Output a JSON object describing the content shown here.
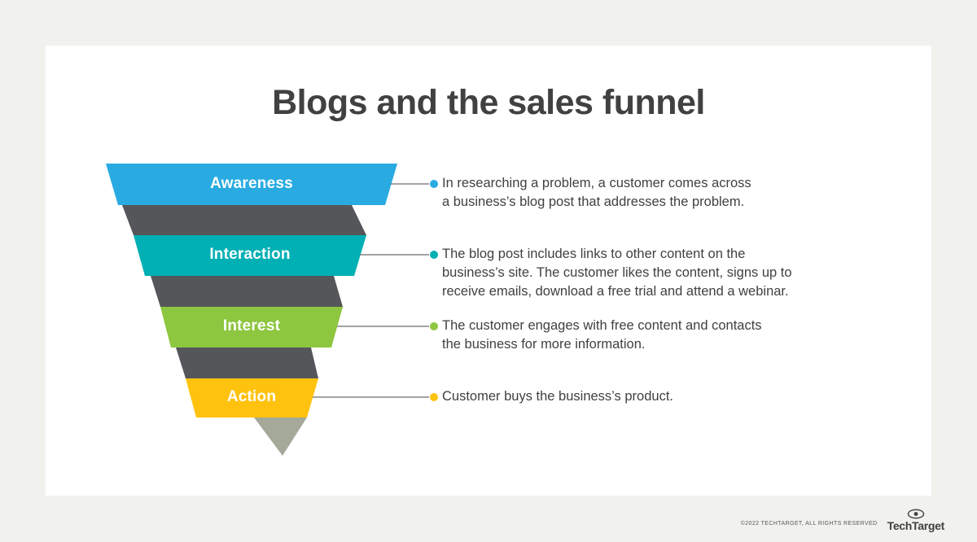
{
  "page": {
    "title": "Blogs and the sales funnel"
  },
  "funnel": {
    "fold_color": "#55565a",
    "tail_color": "#a5a99a",
    "connector_color": "#6d6e71",
    "stages": [
      {
        "label": "Awareness",
        "color": "#29abe2",
        "description": "In researching a problem, a customer comes across\na business’s blog post that addresses the problem."
      },
      {
        "label": "Interaction",
        "color": "#00b0b4",
        "description": "The blog post includes links to other content on the\nbusiness’s site. The customer likes the content, signs up to\nreceive emails, download a free trial and attend a webinar."
      },
      {
        "label": "Interest",
        "color": "#8dc63f",
        "description": "The customer engages with free content and contacts\nthe business for more information."
      },
      {
        "label": "Action",
        "color": "#ffc20e",
        "description": "Customer buys the business’s product."
      }
    ]
  },
  "footer": {
    "copyright": "©2022 TECHTARGET, ALL RIGHTS RESERVED",
    "brand": "TechTarget"
  }
}
